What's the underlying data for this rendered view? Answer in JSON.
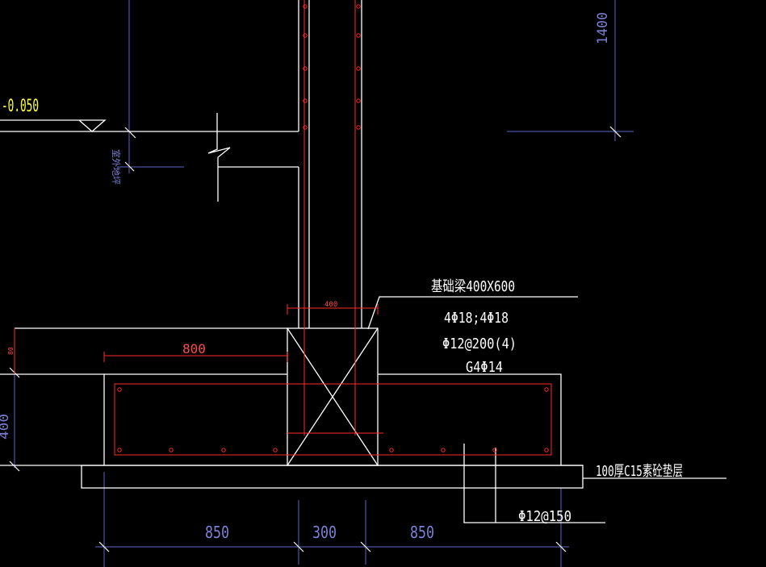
{
  "drawing": {
    "background": "#000000",
    "colors": {
      "outline": "#ffffff",
      "rebar": "#ff2a2a",
      "dimension": "#5c63c9",
      "dim_text": "#7b80d6",
      "level_text": "#ffff33",
      "red_dim": "#ff4a4a"
    },
    "level_label": "-0.050",
    "vertical_dim_right": "1400",
    "vertical_dim_left": "400",
    "small_vertical_label": "室外地坪",
    "beam_label": "基础梁400X600",
    "rebar_spec_1": "4Φ18;4Φ18",
    "rebar_spec_2": "Φ12@200(4)",
    "rebar_spec_3": "G4Φ14",
    "cushion_label": "100厚C15素砼垫层",
    "bottom_rebar_label": "Φ12@150",
    "dim_column_width": "400",
    "dim_overhang": "800",
    "dim_small": "80",
    "bottom_dims": [
      "850",
      "300",
      "850"
    ]
  }
}
